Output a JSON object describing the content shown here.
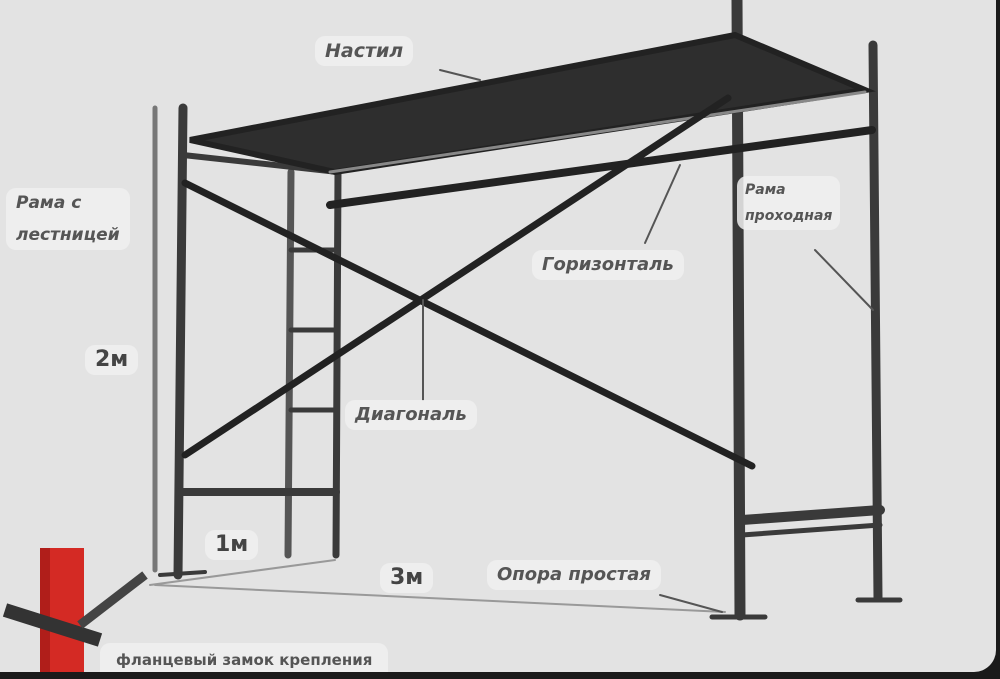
{
  "labels": {
    "deck": "Настил",
    "ladder_frame_line1": "Рама с",
    "ladder_frame_line2": "лестницей",
    "height": "2м",
    "width": "1м",
    "length": "3м",
    "horizontal": "Горизонталь",
    "pass_frame_line1": "Рама",
    "pass_frame_line2": "проходная",
    "diagonal": "Диагональ",
    "base": "Опора простая",
    "flange_lock": "фланцевый замок крепления"
  },
  "colors": {
    "steel": "#333333",
    "pipe": "#d42a24",
    "background": "#e3e3e3"
  }
}
